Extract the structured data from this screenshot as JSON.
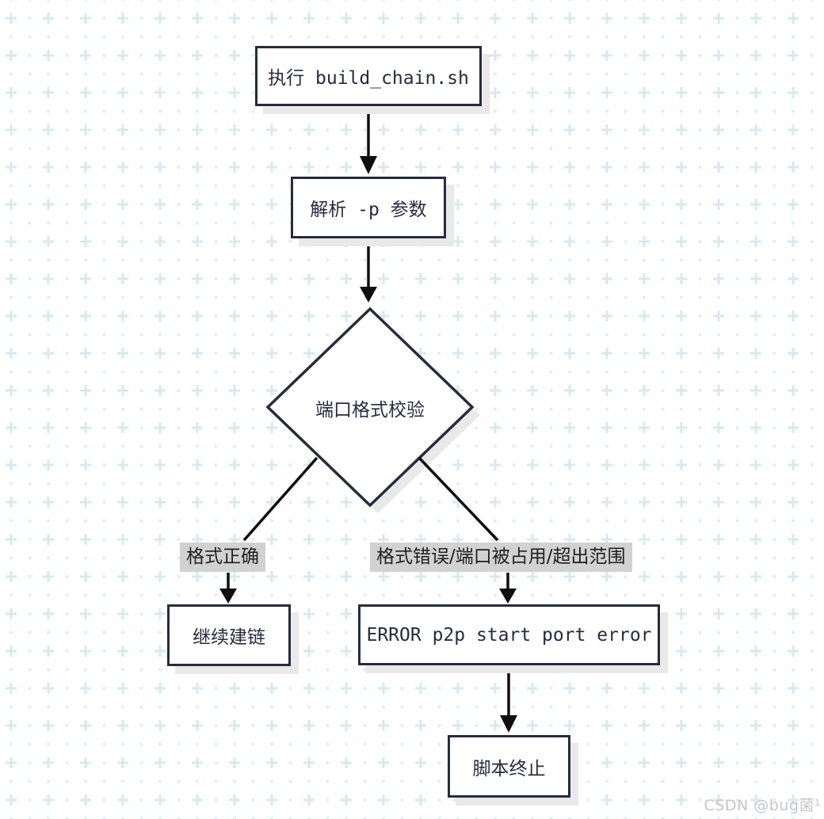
{
  "diagram": {
    "title_hint": "build_chain.sh port validation flowchart",
    "nodes": {
      "start": {
        "type": "process",
        "label": "执行 build_chain.sh"
      },
      "parse": {
        "type": "process",
        "label": "解析 -p 参数"
      },
      "decision": {
        "type": "decision",
        "label": "端口格式校验"
      },
      "continue": {
        "type": "process",
        "label": "继续建链"
      },
      "error": {
        "type": "process",
        "label": "ERROR p2p start port error"
      },
      "terminate": {
        "type": "process",
        "label": "脚本终止"
      }
    },
    "edges": {
      "ok": {
        "label": "格式正确"
      },
      "fail": {
        "label": "格式错误/端口被占用/超出范围"
      }
    }
  },
  "watermark": {
    "text": "CSDN @bug菌¹"
  },
  "colors": {
    "node_border": "#272b3f",
    "node_fill": "#ffffff",
    "node_text": "#272b3f",
    "shadow": "#e9e9e9",
    "arrow": "#0f0f0f",
    "edge_label_bg": "#d2d2d2",
    "edge_label_text": "#1f1f1f",
    "grid_plus": "#d5ebee",
    "grid_dot": "#dcf0f2",
    "watermark_text": "#c3c7cc",
    "background": "#ffffff"
  }
}
